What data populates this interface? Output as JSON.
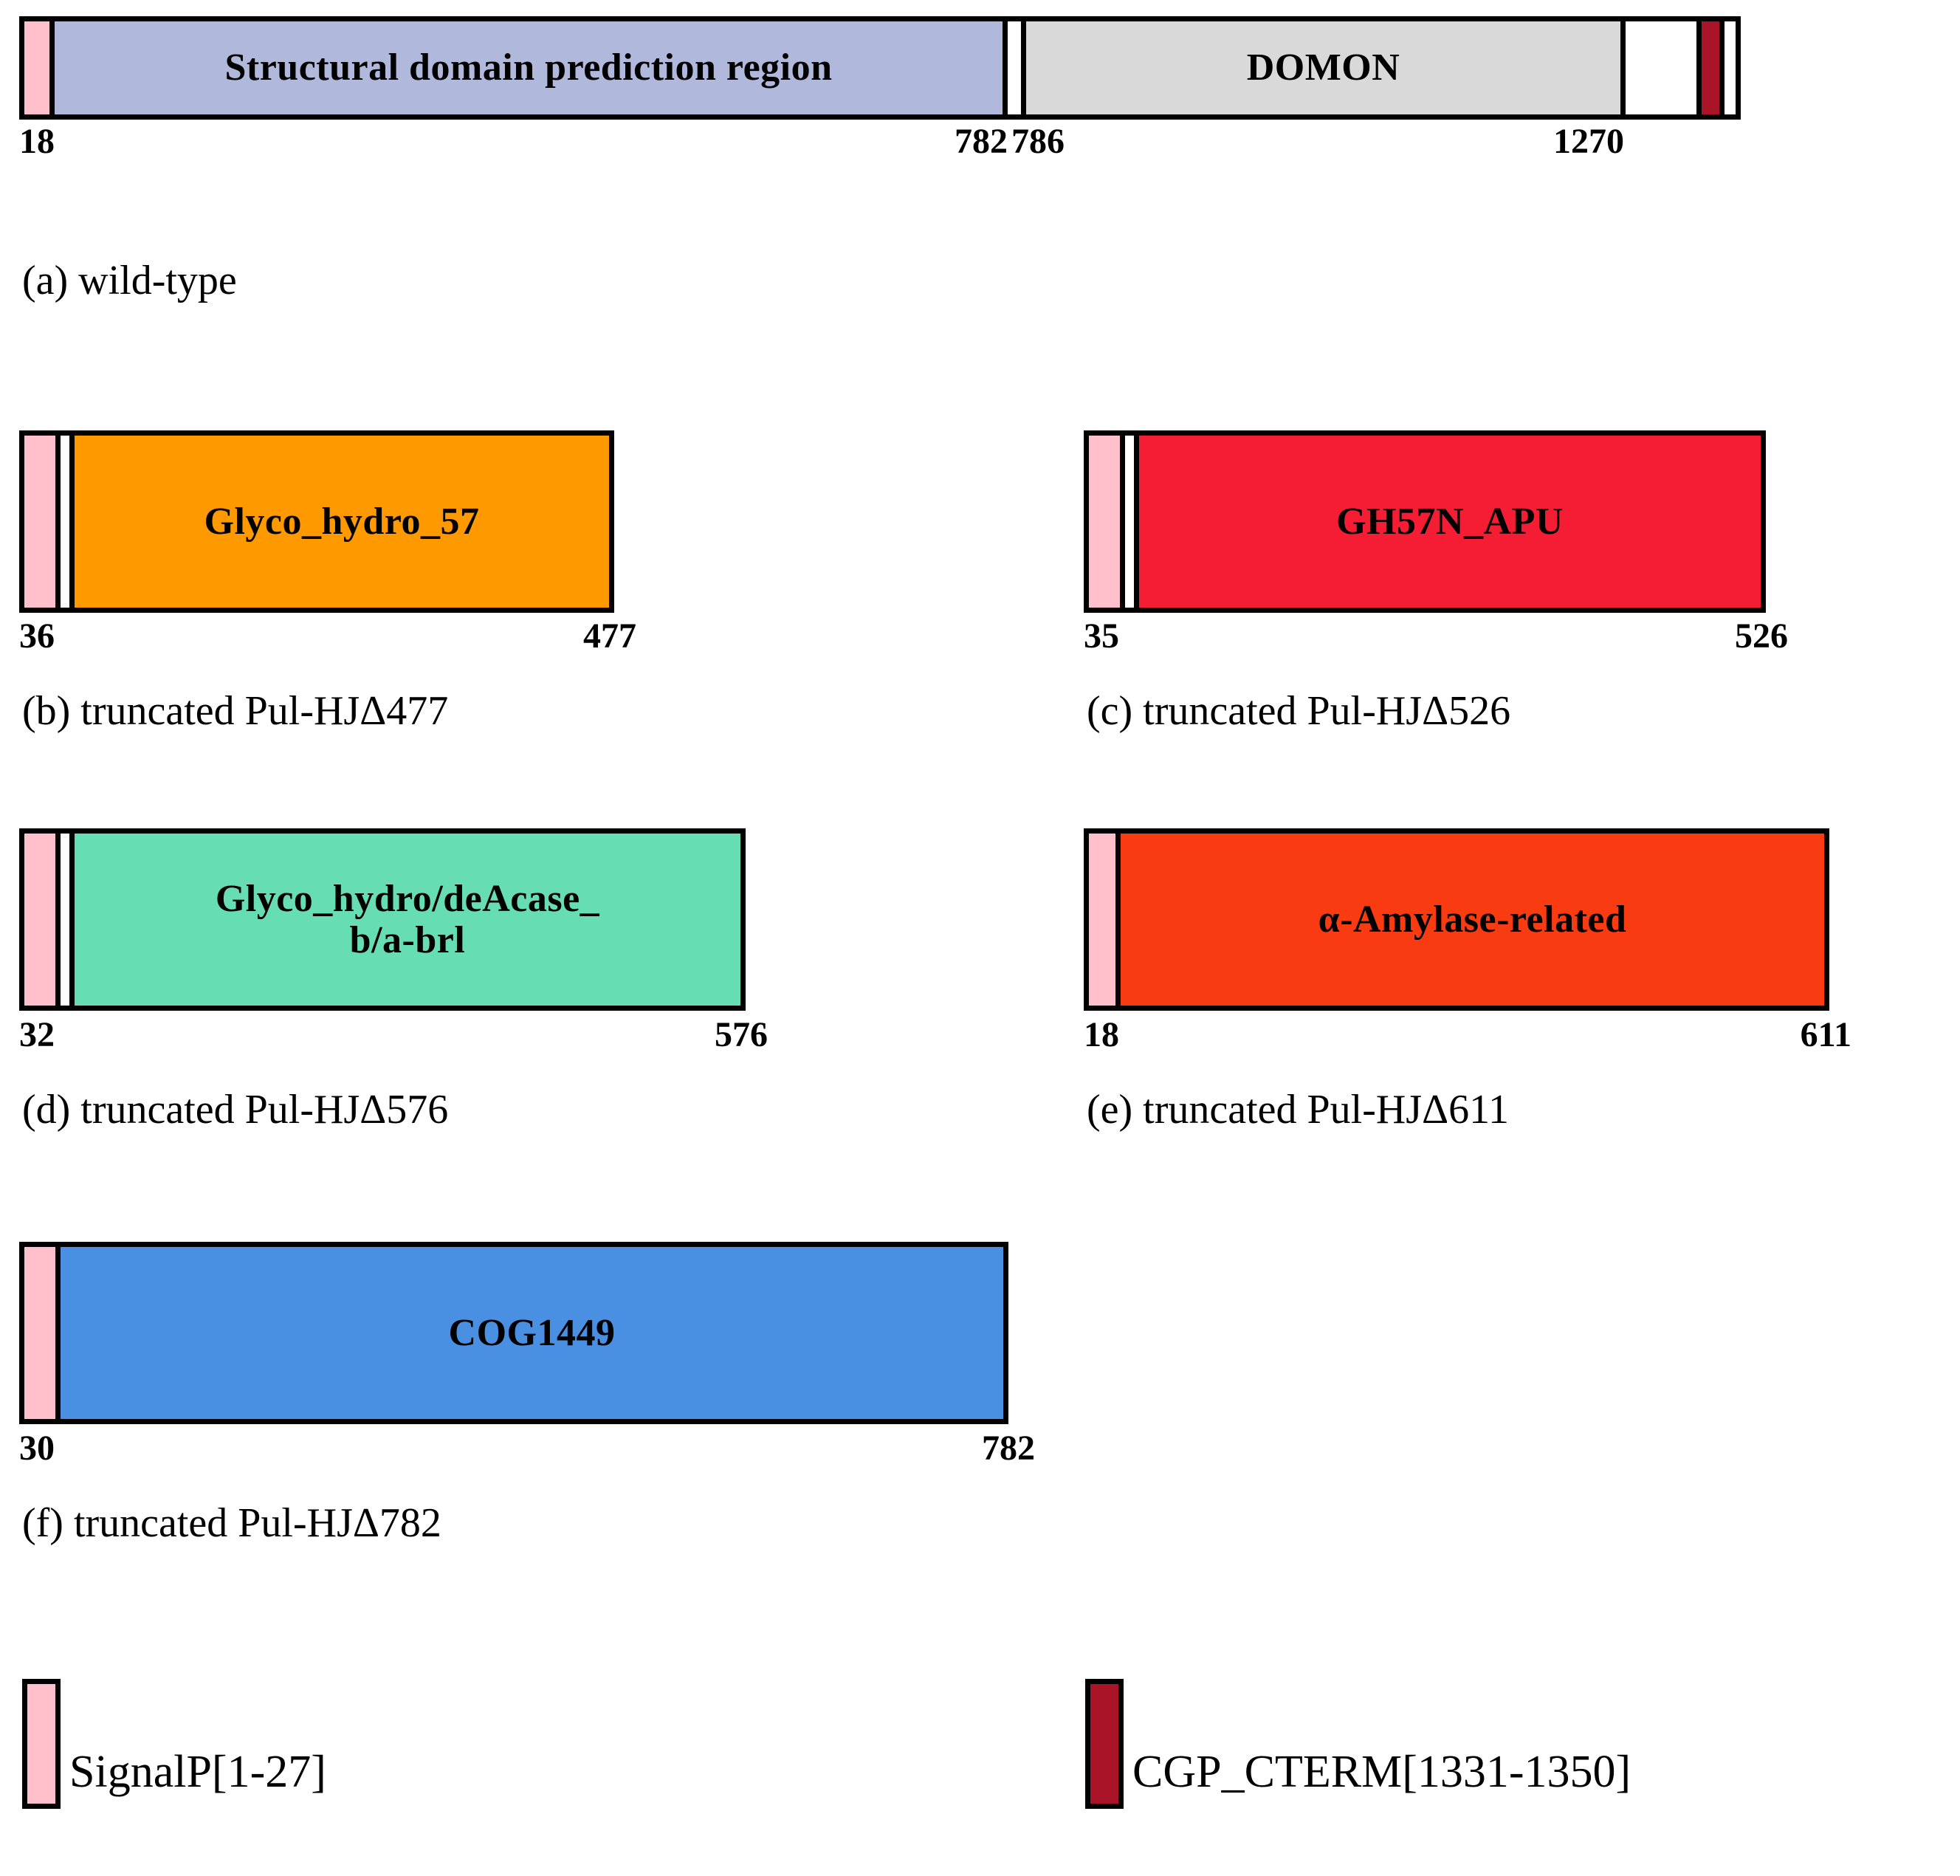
{
  "figure": {
    "type": "protein-domain-architecture",
    "background": "#ffffff"
  },
  "colors": {
    "signal_peptide": "#FFC0CB",
    "structural_domain": "#B0B8DC",
    "domon": "#D9D9D9",
    "glyco_hydro_57": "#FF9900",
    "gh57n_apu": "#F41D34",
    "glyco_hydro_deacase": "#66DDB3",
    "alpha_amylase_related": "#F93B12",
    "cog1449": "#4A90E2",
    "cgp_cterm": "#A91428",
    "border": "#000000",
    "text": "#000000"
  },
  "panels": [
    {
      "id": "a",
      "caption": "(a) wild-type",
      "segments": [
        {
          "name": "signal-peptide",
          "label": ""
        },
        {
          "name": "structural-domain-prediction-region",
          "label": "Structural domain prediction region"
        },
        {
          "name": "domon",
          "label": "DOMON"
        },
        {
          "name": "cgp-cterm",
          "label": ""
        }
      ],
      "start_label": "18",
      "mid_labels": [
        "782",
        "786"
      ],
      "end_label": "1270"
    },
    {
      "id": "b",
      "caption": "(b) truncated Pul-HJΔ477",
      "domain_label": "Glyco_hydro_57",
      "start_label": "36",
      "end_label": "477"
    },
    {
      "id": "c",
      "caption": "(c) truncated Pul-HJΔ526",
      "domain_label": "GH57N_APU",
      "start_label": "35",
      "end_label": "526"
    },
    {
      "id": "d",
      "caption": "(d) truncated Pul-HJΔ576",
      "domain_label": "Glyco_hydro/deAcase_\nb/a-brl",
      "start_label": "32",
      "end_label": "576"
    },
    {
      "id": "e",
      "caption": "(e) truncated Pul-HJΔ611",
      "domain_label": "α-Amylase-related",
      "start_label": "18",
      "end_label": "611"
    },
    {
      "id": "f",
      "caption": "(f) truncated Pul-HJΔ782",
      "domain_label": "COG1449",
      "start_label": "30",
      "end_label": "782"
    }
  ],
  "legend": {
    "items": [
      {
        "name": "signal-peptide",
        "label": "SignalP[1-27]",
        "color": "#FFC0CB"
      },
      {
        "name": "cgp-cterm",
        "label": "CGP_CTERM[1331-1350]",
        "color": "#A91428"
      }
    ]
  }
}
